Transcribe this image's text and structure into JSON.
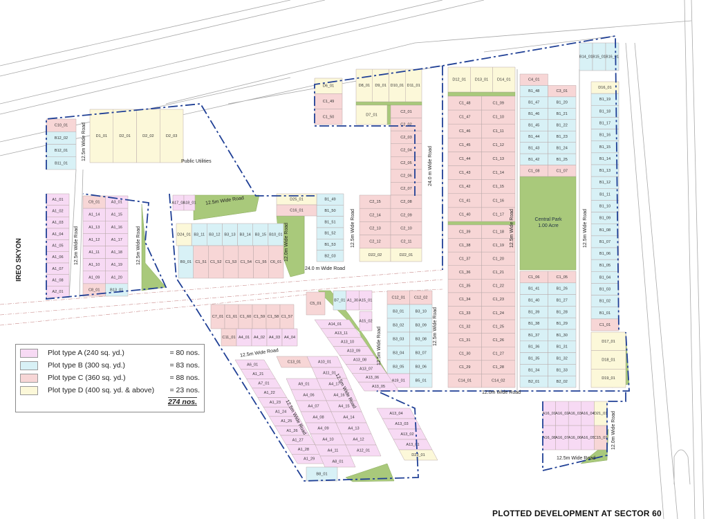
{
  "title": "PLOTTED DEVELOPMENT AT SECTOR 60",
  "neighbour_label": "IREO SKYON",
  "public_utilities_label": "Public Utilities",
  "central_park": {
    "name": "Central Park",
    "area": "1.00 Acre"
  },
  "colors": {
    "A": "#f7daf4",
    "B": "#d8f1f6",
    "C": "#f7d6d6",
    "D": "#fcf8d9",
    "green": "#a9c97b",
    "boundary": "#1f3f95"
  },
  "legend": {
    "items": [
      {
        "label": "Plot type A (240 sq. yd.)",
        "count": "= 80 nos.",
        "type": "A"
      },
      {
        "label": "Plot type B (300 sq. yd.)",
        "count": "= 83 nos.",
        "type": "B"
      },
      {
        "label": "Plot type C (360 sq. yd.)",
        "count": "= 88 nos.",
        "type": "C"
      },
      {
        "label": "Plot type D (400 sq. yd. & above)",
        "count": "= 23 nos.",
        "type": "D"
      }
    ],
    "total": "274 nos."
  },
  "road_labels": [
    "12.5m Wide Road",
    "12.5m Wide Road",
    "12.5m Wide Road",
    "12.5m Wide Road",
    "12.0m Wide Road",
    "24.0 m Wide Road",
    "12.5m Wide Road",
    "24.0 m Wide Road",
    "12.5m Wide Road",
    "12.5m Wide Road",
    "12.0m Wide Road",
    "12.5m Wide Road",
    "12.5m Wide Road",
    "12.5m Wide Road",
    "12.5m Wide Road",
    "12.5m Wide Road",
    "12.5m Wide Road",
    "12.0m Wide Road"
  ],
  "blocks": {
    "d12": [
      [
        "D12_01",
        "D13_01",
        "D14_01"
      ]
    ],
    "c1_upper": [
      [
        "C1_48",
        "C1_09"
      ],
      [
        "C1_47",
        "C1_10"
      ],
      [
        "C1_46",
        "C1_11"
      ],
      [
        "C1_45",
        "C1_12"
      ],
      [
        "C1_44",
        "C1_13"
      ],
      [
        "C1_43",
        "C1_14"
      ],
      [
        "C1_42",
        "C1_15"
      ],
      [
        "C1_41",
        "C1_16"
      ],
      [
        "C1_40",
        "C1_17"
      ]
    ],
    "c1_lower": [
      [
        "C1_39",
        "C1_18"
      ],
      [
        "C1_38",
        "C1_19"
      ],
      [
        "C1_37",
        "C1_20"
      ],
      [
        "C1_36",
        "C1_21"
      ],
      [
        "C1_35",
        "C1_22"
      ],
      [
        "C1_34",
        "C1_23"
      ],
      [
        "C1_33",
        "C1_24"
      ],
      [
        "C1_32",
        "C1_25"
      ],
      [
        "C1_31",
        "C1_26"
      ],
      [
        "C1_30",
        "C1_27"
      ],
      [
        "C1_29",
        "C1_28"
      ],
      [
        "C14_01",
        "C14_02"
      ]
    ],
    "mid_top": [
      [
        "C4_01",
        null
      ],
      [
        "B1_48",
        "C3_01"
      ],
      [
        "B1_47",
        "B1_20"
      ],
      [
        "B1_46",
        "B1_21"
      ],
      [
        "B1_45",
        "B1_22"
      ],
      [
        "B1_44",
        "B1_23"
      ],
      [
        "B1_43",
        "B1_24"
      ],
      [
        "B1_42",
        "B1_25"
      ],
      [
        "C1_08",
        "C1_07"
      ]
    ],
    "mid_bottom": [
      [
        "C1_06",
        "C1_05"
      ],
      [
        "B1_41",
        "B1_26"
      ],
      [
        "B1_40",
        "B1_27"
      ],
      [
        "B1_39",
        "B1_28"
      ],
      [
        "B1_38",
        "B1_29"
      ],
      [
        "B1_37",
        "B1_30"
      ],
      [
        "B1_36",
        "B1_31"
      ],
      [
        "B1_35",
        "B1_32"
      ],
      [
        "B1_34",
        "B1_33"
      ],
      [
        "B2_01",
        "B2_02"
      ]
    ],
    "right_col": [
      [
        "D16_01"
      ],
      [
        "B1_19"
      ],
      [
        "B1_18"
      ],
      [
        "B1_17"
      ],
      [
        "B1_16"
      ],
      [
        "B1_15"
      ],
      [
        "B1_14"
      ],
      [
        "B1_13"
      ],
      [
        "B1_12"
      ],
      [
        "B1_11"
      ],
      [
        "B1_10"
      ],
      [
        "B1_09"
      ],
      [
        "B1_08"
      ],
      [
        "B1_07"
      ],
      [
        "B1_06"
      ],
      [
        "B1_05"
      ],
      [
        "B1_04"
      ],
      [
        "B1_03"
      ],
      [
        "B1_02"
      ],
      [
        "B1_01"
      ],
      [
        "C1_01"
      ]
    ],
    "d17": [
      [
        "D17_01"
      ],
      [
        "D18_01"
      ],
      [
        "D19_01"
      ]
    ],
    "b14": [
      [
        "B14_01",
        "B15_01",
        "B16_01"
      ]
    ],
    "d6": [
      [
        "D6_01"
      ],
      [
        "C1_49"
      ],
      [
        "C1_50"
      ]
    ],
    "d8": [
      [
        "D8_01",
        "D9_01",
        "D10_01",
        "D11_01"
      ]
    ],
    "d7": [
      [
        "D7_01"
      ]
    ],
    "c2_col": [
      [
        "C2_01"
      ],
      [
        "C2_02"
      ],
      [
        "C2_03"
      ],
      [
        "C2_04"
      ],
      [
        "C2_05"
      ],
      [
        "C2_06"
      ],
      [
        "C2_07"
      ]
    ],
    "c2_grid": [
      [
        "C2_15",
        "C2_08"
      ],
      [
        "C2_14",
        "C2_09"
      ],
      [
        "C2_13",
        "C2_10"
      ],
      [
        "C2_12",
        "C2_11"
      ],
      [
        "D22_02",
        "D22_01"
      ]
    ],
    "b1_49": [
      [
        "B1_49"
      ],
      [
        "B1_50"
      ],
      [
        "B1_51"
      ],
      [
        "B1_52"
      ],
      [
        "B1_53"
      ],
      [
        "B2_03"
      ]
    ],
    "d25": [
      [
        "D25_01"
      ],
      [
        "C16_01"
      ]
    ],
    "c10": [
      [
        "C10_01"
      ],
      [
        "B12_02"
      ],
      [
        "B12_01"
      ],
      [
        "B11_01"
      ]
    ],
    "d1": [
      [
        "D1_01",
        "D2_01",
        "D2_02",
        "D2_03"
      ]
    ],
    "a1_col": [
      [
        "A1_01"
      ],
      [
        "A1_02"
      ],
      [
        "A1_03"
      ],
      [
        "A1_04"
      ],
      [
        "A1_05"
      ],
      [
        "A1_06"
      ],
      [
        "A1_07"
      ],
      [
        "A1_08"
      ],
      [
        "A2_01"
      ]
    ],
    "a1_grid": [
      [
        "C9_01",
        "A3_01"
      ],
      [
        "A1_14",
        "A1_15"
      ],
      [
        "A1_13",
        "A1_16"
      ],
      [
        "A1_12",
        "A1_17"
      ],
      [
        "A1_11",
        "A1_18"
      ],
      [
        "A1_10",
        "A1_19"
      ],
      [
        "A1_09",
        "A1_20"
      ],
      [
        "C8_01",
        "B13_01"
      ]
    ],
    "a17": [
      [
        "A17_01",
        "A18_01"
      ]
    ],
    "b3_row": [
      [
        "D24_01",
        "B3_11",
        "B3_12",
        "B3_13",
        "B3_14",
        "B3_15",
        "B10_01"
      ]
    ],
    "c1_51_row": [
      [
        "B9_01",
        "C1_51",
        "C1_52",
        "C1_53",
        "C1_54",
        "C1_55",
        "C6_01"
      ]
    ],
    "c7_row": [
      [
        "C7_01",
        "C1_61",
        "C1_60",
        "C1_59",
        "C1_58",
        "C1_57"
      ]
    ],
    "c11_row": [
      [
        "C11_01",
        "A4_01",
        "A4_02",
        "A4_03",
        "A4_04"
      ]
    ],
    "c5": [
      [
        "C5_01"
      ]
    ],
    "b7_row": [
      [
        "B7_01",
        "A1_30",
        "A15_01"
      ]
    ],
    "a15_02": [
      [
        "A15_02"
      ]
    ],
    "c12_grid": [
      [
        "C12_01",
        "C12_02"
      ],
      [
        "B3_01",
        "B3_10"
      ],
      [
        "B3_02",
        "B3_09"
      ],
      [
        "B3_03",
        "B3_08"
      ],
      [
        "B3_04",
        "B3_07"
      ],
      [
        "B3_05",
        "B3_06"
      ],
      [
        "A19_01",
        "B5_01"
      ]
    ],
    "a13_diag": [
      [
        "A14_01"
      ],
      [
        "A13_11"
      ],
      [
        "A13_10"
      ],
      [
        "A13_09"
      ],
      [
        "A13_08"
      ],
      [
        "A13_07"
      ],
      [
        "A13_06"
      ],
      [
        "A13_05"
      ]
    ],
    "a6_diag": [
      [
        "A6_01"
      ],
      [
        "A1_21"
      ],
      [
        "A7_01"
      ],
      [
        "A1_22"
      ],
      [
        "A1_23"
      ],
      [
        "A1_24"
      ],
      [
        "A1_25"
      ],
      [
        "A1_26"
      ],
      [
        "A1_27"
      ],
      [
        "A1_28"
      ],
      [
        "A1_29"
      ]
    ],
    "a4_diag": [
      [
        "C13_01",
        "A10_01"
      ],
      [
        null,
        "A11_01"
      ],
      [
        "A9_01",
        "A4_17"
      ],
      [
        "A4_06",
        "A4_16"
      ],
      [
        "A4_07",
        "A4_15"
      ],
      [
        "A4_08",
        "A4_14"
      ],
      [
        "A4_09",
        "A4_13"
      ],
      [
        "A4_10",
        "A4_12"
      ],
      [
        "A4_11",
        "A12_01"
      ],
      [
        "A8_01",
        null
      ]
    ],
    "b8": [
      [
        "B8_01"
      ]
    ],
    "a13_low_diag": [
      [
        "A13_04"
      ],
      [
        "A13_03"
      ],
      [
        "A13_02"
      ],
      [
        "A13_01"
      ],
      [
        "D23_01"
      ]
    ],
    "a16_grid": [
      [
        "A16_01",
        "A16_02",
        "A16_03",
        "A16_04",
        "D21_01"
      ],
      [
        "A16_08",
        "A16_07",
        "A16_06",
        "A16_05",
        "C15_01"
      ]
    ]
  }
}
